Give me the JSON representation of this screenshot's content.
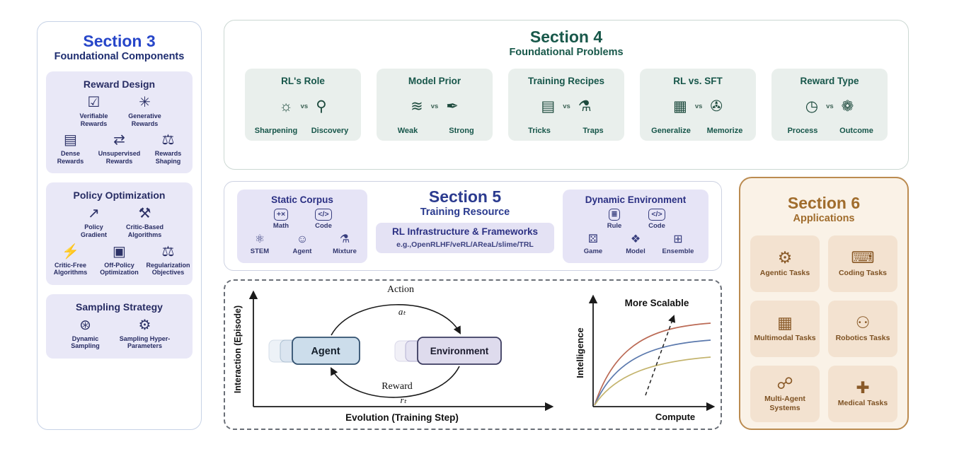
{
  "section3": {
    "title": "Section 3",
    "subtitle": "Foundational Components",
    "groups": [
      {
        "title": "Reward Design",
        "items": [
          {
            "icon": "shield-check-icon",
            "glyph": "☑",
            "label": "Verifiable Rewards"
          },
          {
            "icon": "megaphone-icon",
            "glyph": "✳",
            "label": "Generative Rewards"
          },
          {
            "icon": "document-lines-icon",
            "glyph": "▤",
            "label": "Dense Rewards"
          },
          {
            "icon": "swap-arrows-icon",
            "glyph": "⇄",
            "label": "Unsupervised Rewards"
          },
          {
            "icon": "scales-icon",
            "glyph": "⚖",
            "label": "Rewards Shaping"
          }
        ]
      },
      {
        "title": "Policy Optimization",
        "items": [
          {
            "icon": "slope-arrow-icon",
            "glyph": "↗",
            "label": "Policy Gradient"
          },
          {
            "icon": "gavel-icon",
            "glyph": "⚒",
            "label": "Critic-Based Algorithms"
          },
          {
            "icon": "lightning-icon",
            "glyph": "⚡",
            "label": "Critic-Free Algorithms"
          },
          {
            "icon": "clipboard-icon",
            "glyph": "▣",
            "label": "Off-Policy Optimization"
          },
          {
            "icon": "scales-icon",
            "glyph": "⚖",
            "label": "Regularization Objectives"
          }
        ]
      },
      {
        "title": "Sampling Strategy",
        "items": [
          {
            "icon": "globe-icon",
            "glyph": "⊛",
            "label": "Dynamic Sampling"
          },
          {
            "icon": "wrench-gear-icon",
            "glyph": "⚙",
            "label": "Sampling Hyper-Parameters"
          }
        ]
      }
    ]
  },
  "section4": {
    "title": "Section 4",
    "subtitle": "Foundational Problems",
    "vs_label": "vs",
    "cards": [
      {
        "title": "RL's Role",
        "left_icon": "lightbulb-icon",
        "left_glyph": "☼",
        "right_icon": "magnifier-icon",
        "right_glyph": "⚲",
        "left_label": "Sharpening",
        "right_label": "Discovery"
      },
      {
        "title": "Model Prior",
        "left_icon": "layers-icon",
        "left_glyph": "≋",
        "right_icon": "scroll-icon",
        "right_glyph": "✒",
        "left_label": "Weak",
        "right_label": "Strong"
      },
      {
        "title": "Training Recipes",
        "left_icon": "recipe-book-icon",
        "left_glyph": "▤",
        "right_icon": "cauldron-icon",
        "right_glyph": "⚗",
        "left_label": "Tricks",
        "right_label": "Traps"
      },
      {
        "title": "RL vs. SFT",
        "left_icon": "map-icon",
        "left_glyph": "▦",
        "right_icon": "usb-key-icon",
        "right_glyph": "✇",
        "left_label": "Generalize",
        "right_label": "Memorize"
      },
      {
        "title": "Reward Type",
        "left_icon": "clock-icon",
        "left_glyph": "◷",
        "right_icon": "rosette-icon",
        "right_glyph": "❁",
        "left_label": "Process",
        "right_label": "Outcome"
      }
    ]
  },
  "section5": {
    "title": "Section 5",
    "subtitle": "Training Resource",
    "static_corpus": {
      "title": "Static Corpus",
      "items": [
        {
          "icon": "math-icon",
          "glyph": "+×",
          "label": "Math"
        },
        {
          "icon": "code-icon",
          "glyph": "</>",
          "label": "Code"
        },
        {
          "icon": "molecule-icon",
          "glyph": "⚛",
          "label": "STEM"
        },
        {
          "icon": "agent-headset-icon",
          "glyph": "☺",
          "label": "Agent"
        },
        {
          "icon": "beaker-icon",
          "glyph": "⚗",
          "label": "Mixture"
        }
      ]
    },
    "infrastructure": {
      "title": "RL Infrastructure & Frameworks",
      "examples": "e.g.,OpenRLHF/veRL/AReaL/slime/TRL"
    },
    "dynamic_environment": {
      "title": "Dynamic Environment",
      "items": [
        {
          "icon": "rule-doc-icon",
          "glyph": "≣",
          "label": "Rule"
        },
        {
          "icon": "code-icon",
          "glyph": "</>",
          "label": "Code"
        },
        {
          "icon": "gamepad-icon",
          "glyph": "⚄",
          "label": "Game"
        },
        {
          "icon": "model-network-icon",
          "glyph": "❖",
          "label": "Model"
        },
        {
          "icon": "ensemble-grid-icon",
          "glyph": "⊞",
          "label": "Ensemble"
        }
      ]
    }
  },
  "loop": {
    "y_axis": "Interaction (Episode)",
    "x_axis": "Evolution (Training Step)",
    "agent_label": "Agent",
    "environment_label": "Environment",
    "action_label": "Action",
    "action_symbol": "aₜ",
    "reward_label": "Reward",
    "reward_symbol": "rₜ"
  },
  "scal_chart": {
    "annotation": "More Scalable",
    "y_axis": "Intelligence",
    "x_axis": "Compute"
  },
  "section6": {
    "title": "Section 6",
    "subtitle": "Applications",
    "items": [
      {
        "icon": "agentic-gear-icon",
        "glyph": "⚙",
        "label": "Agentic Tasks"
      },
      {
        "icon": "coding-doc-icon",
        "glyph": "⌨",
        "label": "Coding Tasks"
      },
      {
        "icon": "multimodal-icon",
        "glyph": "▦",
        "label": "Multimodal Tasks"
      },
      {
        "icon": "robot-icon",
        "glyph": "⚇",
        "label": "Robotics Tasks"
      },
      {
        "icon": "multi-agent-icon",
        "glyph": "☍",
        "label": "Multi-Agent Systems"
      },
      {
        "icon": "medical-cross-icon",
        "glyph": "✚",
        "label": "Medical Tasks"
      }
    ]
  }
}
